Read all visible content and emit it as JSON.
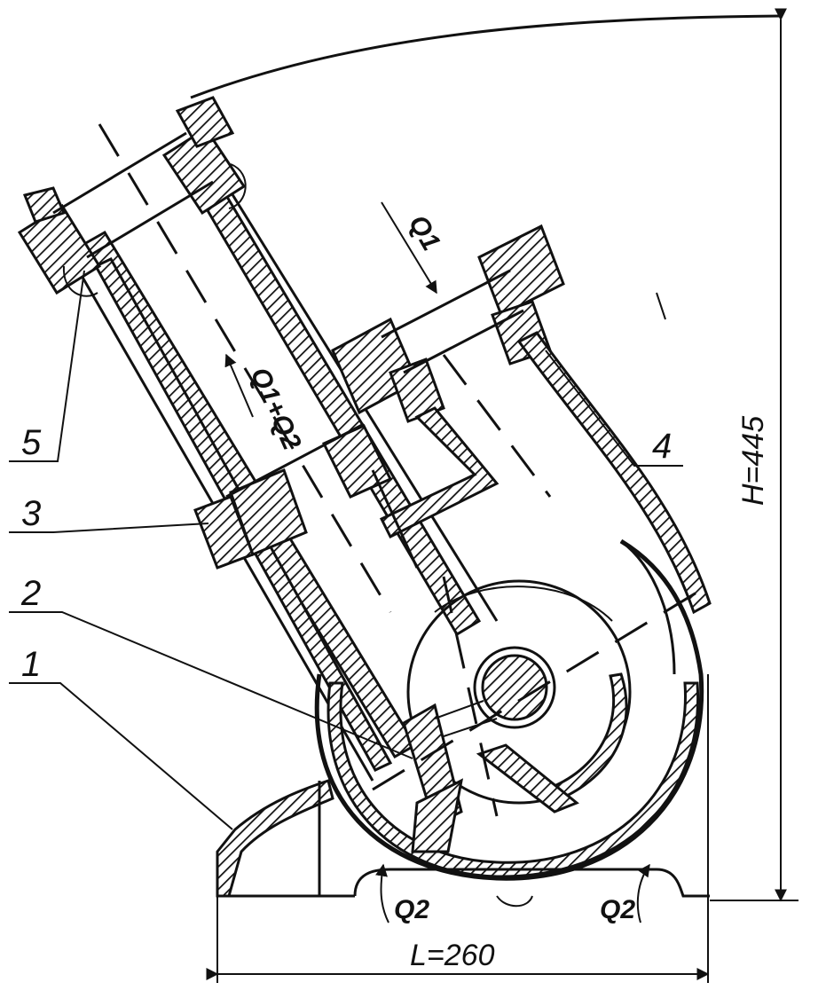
{
  "labels": {
    "part_1": "1",
    "part_2": "2",
    "part_3": "3",
    "part_4": "4",
    "part_5": "5"
  },
  "flows": {
    "inlet": "Q1",
    "outlet": "Q1+Q2",
    "return_left": "Q2",
    "return_right": "Q2"
  },
  "dimensions": {
    "height": "H=445",
    "length": "L=260"
  }
}
